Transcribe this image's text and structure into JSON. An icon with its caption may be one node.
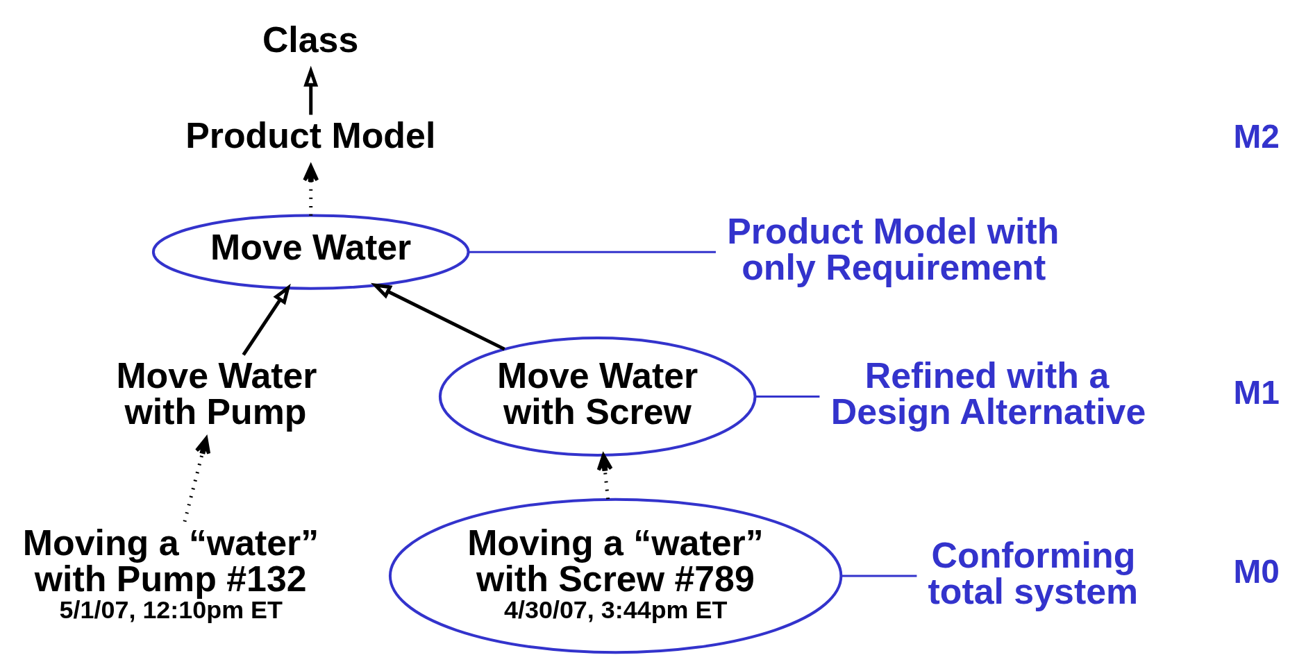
{
  "diagram": {
    "nodes": [
      {
        "text": [
          "Class"
        ]
      },
      {
        "text": [
          "Product Model"
        ]
      },
      {
        "text": [
          "Move Water"
        ]
      },
      {
        "text": [
          "Move Water with Pump"
        ]
      },
      {
        "text": [
          "Move Water with Screw"
        ]
      },
      {
        "text": [
          "Moving a “water” with Pump #132",
          "5/1/07, 12:10pm ET"
        ]
      },
      {
        "text": [
          "Moving a “water” with Screw #789",
          "4/30/07, 3:44pm ET"
        ]
      },
      {
        "text": [
          "Product Model with only Requirement"
        ]
      },
      {
        "text": [
          "Refined with a Design Alternative"
        ]
      },
      {
        "text": [
          "Conforming total system"
        ]
      }
    ],
    "edges": [
      {
        "from": 1,
        "to": 0,
        "arrow": "to"
      },
      {
        "from": 2,
        "to": 1,
        "arrow": "to",
        "style": "dashed"
      },
      {
        "from": 3,
        "to": 2,
        "arrow": "to"
      },
      {
        "from": 4,
        "to": 2,
        "arrow": "to"
      },
      {
        "from": 5,
        "to": 3,
        "arrow": "to",
        "style": "dashed"
      },
      {
        "from": 6,
        "to": 4,
        "arrow": "to",
        "style": "dashed"
      },
      {
        "from": 7,
        "to": 2,
        "arrow": "none",
        "color": "#3333cc"
      },
      {
        "from": 8,
        "to": 4,
        "arrow": "none",
        "color": "#3333cc"
      },
      {
        "from": 9,
        "to": 6,
        "arrow": "none",
        "color": "#3333cc"
      }
    ],
    "labels": [
      "M2",
      "M1",
      "M0"
    ]
  }
}
